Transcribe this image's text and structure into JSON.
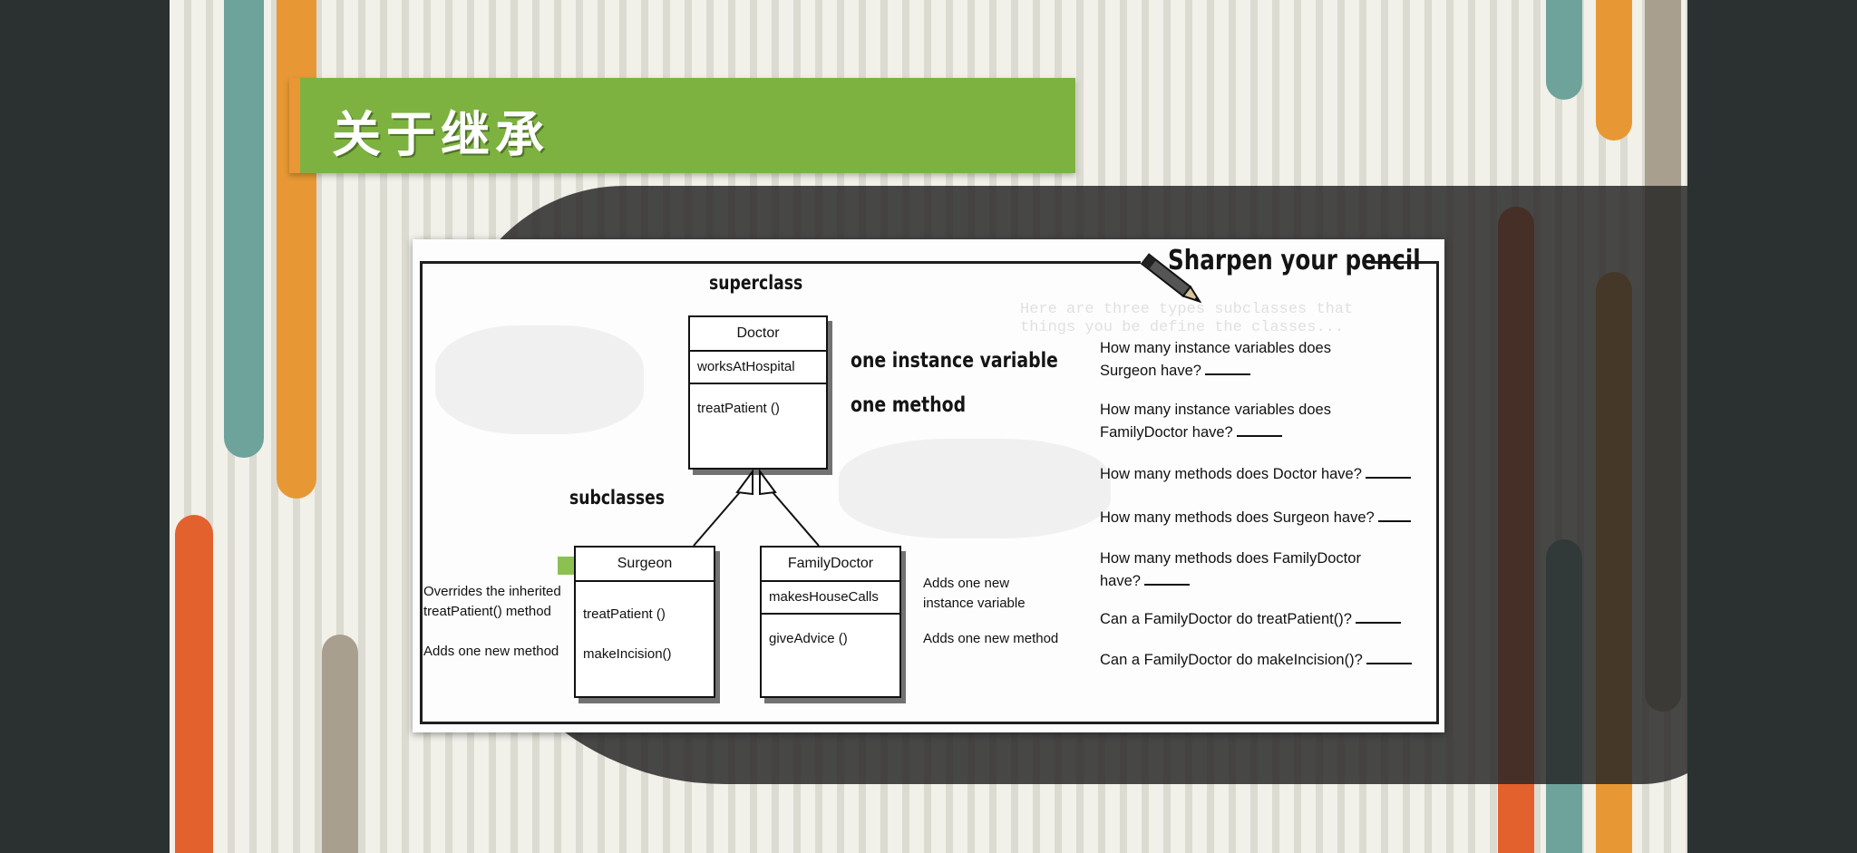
{
  "slide": {
    "title": "关于继承"
  },
  "worksheet": {
    "header": "Sharpen your pencil",
    "watermark_text": [
      "Here are three types subclasses that",
      "things you be define the classes..."
    ],
    "labels": {
      "superclass": "superclass",
      "subclasses": "subclasses",
      "instance_note": "one instance variable",
      "method_note": "one method"
    },
    "classes": {
      "doctor": {
        "name": "Doctor",
        "attribute": "worksAtHospital",
        "methods": [
          "treatPatient ()"
        ]
      },
      "surgeon": {
        "name": "Surgeon",
        "methods": [
          "treatPatient ()",
          "makeIncision()"
        ]
      },
      "family_doctor": {
        "name": "FamilyDoctor",
        "attribute": "makesHouseCalls",
        "methods": [
          "giveAdvice ()"
        ]
      }
    },
    "surgeon_notes": {
      "override_line1": "Overrides the inherited",
      "override_line2": "treatPatient() method",
      "adds_method": "Adds one new method"
    },
    "family_doctor_notes": {
      "adds_var_line1": "Adds one new",
      "adds_var_line2": "instance variable",
      "adds_method": "Adds one new method"
    },
    "questions": [
      {
        "line1": "How many instance variables does",
        "line2": "Surgeon have?"
      },
      {
        "line1": "How many instance variables does",
        "line2": "FamilyDoctor have?"
      },
      {
        "line1": "How many methods does Doctor have?",
        "line2": ""
      },
      {
        "line1": "How many methods does Surgeon have?",
        "line2": ""
      },
      {
        "line1": "How many methods does FamilyDoctor",
        "line2": "have?"
      },
      {
        "line1": "Can a FamilyDoctor do treatPatient()?",
        "line2": ""
      },
      {
        "line1": "Can a FamilyDoctor do makeIncision()?",
        "line2": ""
      }
    ]
  },
  "colors": {
    "title_bar": "#7db240",
    "accent_orange": "#e79834",
    "stripe_teal": "#6ea39b",
    "stripe_red": "#e3612d",
    "stripe_taupe": "#a89f8f",
    "arrow_green": "#8cc152"
  },
  "icons": [
    "pencil-icon",
    "green-arrow-icon"
  ]
}
